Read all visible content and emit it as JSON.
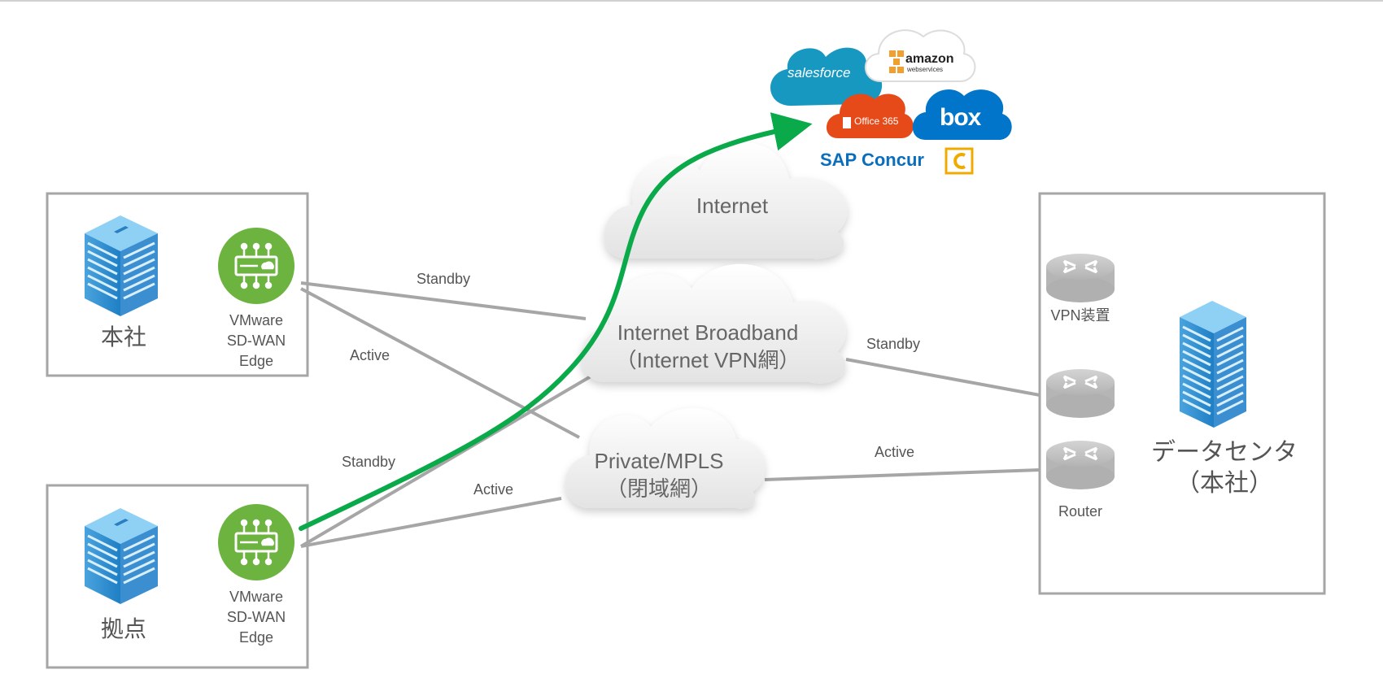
{
  "sites": {
    "hq": {
      "name": "本社",
      "edge_label": [
        "VMware",
        "SD-WAN",
        "Edge"
      ]
    },
    "branch": {
      "name": "拠点",
      "edge_label": [
        "VMware",
        "SD-WAN",
        "Edge"
      ]
    }
  },
  "clouds": {
    "internet": {
      "label": "Internet"
    },
    "broadband": {
      "label_line1": "Internet Broadband",
      "label_line2": "（Internet VPN網）"
    },
    "mpls": {
      "label_line1": "Private/MPLS",
      "label_line2": "（閉域網）"
    }
  },
  "links": {
    "hq_broadband": "Standby",
    "hq_mpls": "Active",
    "branch_broadband": "Standby",
    "branch_mpls": "Active",
    "broadband_dc": "Standby",
    "mpls_dc": "Active"
  },
  "datacenter": {
    "title_line1": "データセンタ",
    "title_line2": "（本社）",
    "vpn_device": "VPN装置",
    "router": "Router"
  },
  "saas": {
    "salesforce": "salesforce",
    "aws_line1": "amazon",
    "aws_line2": "webservices",
    "office": "Office 365",
    "box": "box",
    "concur": "SAP Concur"
  },
  "colors": {
    "edge_green": "#6db33f",
    "path_green": "#0aaa4a",
    "link_gray": "#a6a6a6",
    "salesforce_blue": "#1798c1",
    "office_red": "#e64a19",
    "box_blue": "#0075c9",
    "concur_blue": "#0a6ebd",
    "concur_gold": "#f0ab00"
  }
}
